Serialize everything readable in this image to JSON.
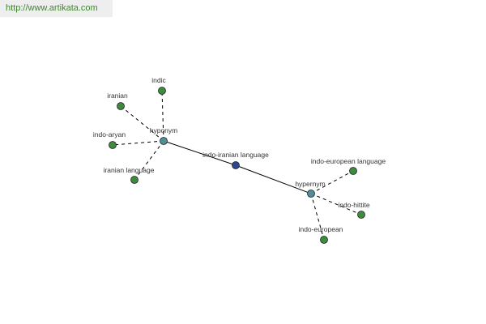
{
  "header": {
    "url": "http://www.artikata.com"
  },
  "colors": {
    "center": "#2e4690",
    "hub": "#4f8f95",
    "leaf": "#3e8a3e",
    "edge": "#000000",
    "background": "#ffffff"
  },
  "graph": {
    "center": {
      "id": "center",
      "label": "indo-iranian language"
    },
    "hubs": [
      {
        "id": "hyponym",
        "label": "hyponym"
      },
      {
        "id": "hypernym",
        "label": "hypernym"
      }
    ],
    "leaves": [
      {
        "id": "indic",
        "label": "indic",
        "hub": "hyponym"
      },
      {
        "id": "iranian",
        "label": "iranian",
        "hub": "hyponym"
      },
      {
        "id": "indo-aryan",
        "label": "indo-aryan",
        "hub": "hyponym"
      },
      {
        "id": "iranian-language",
        "label": "iranian language",
        "hub": "hyponym"
      },
      {
        "id": "indo-european-language",
        "label": "indo-european language",
        "hub": "hypernym"
      },
      {
        "id": "indo-hittite",
        "label": "indo-hittite",
        "hub": "hypernym"
      },
      {
        "id": "indo-european",
        "label": "indo-european",
        "hub": "hypernym"
      }
    ]
  }
}
